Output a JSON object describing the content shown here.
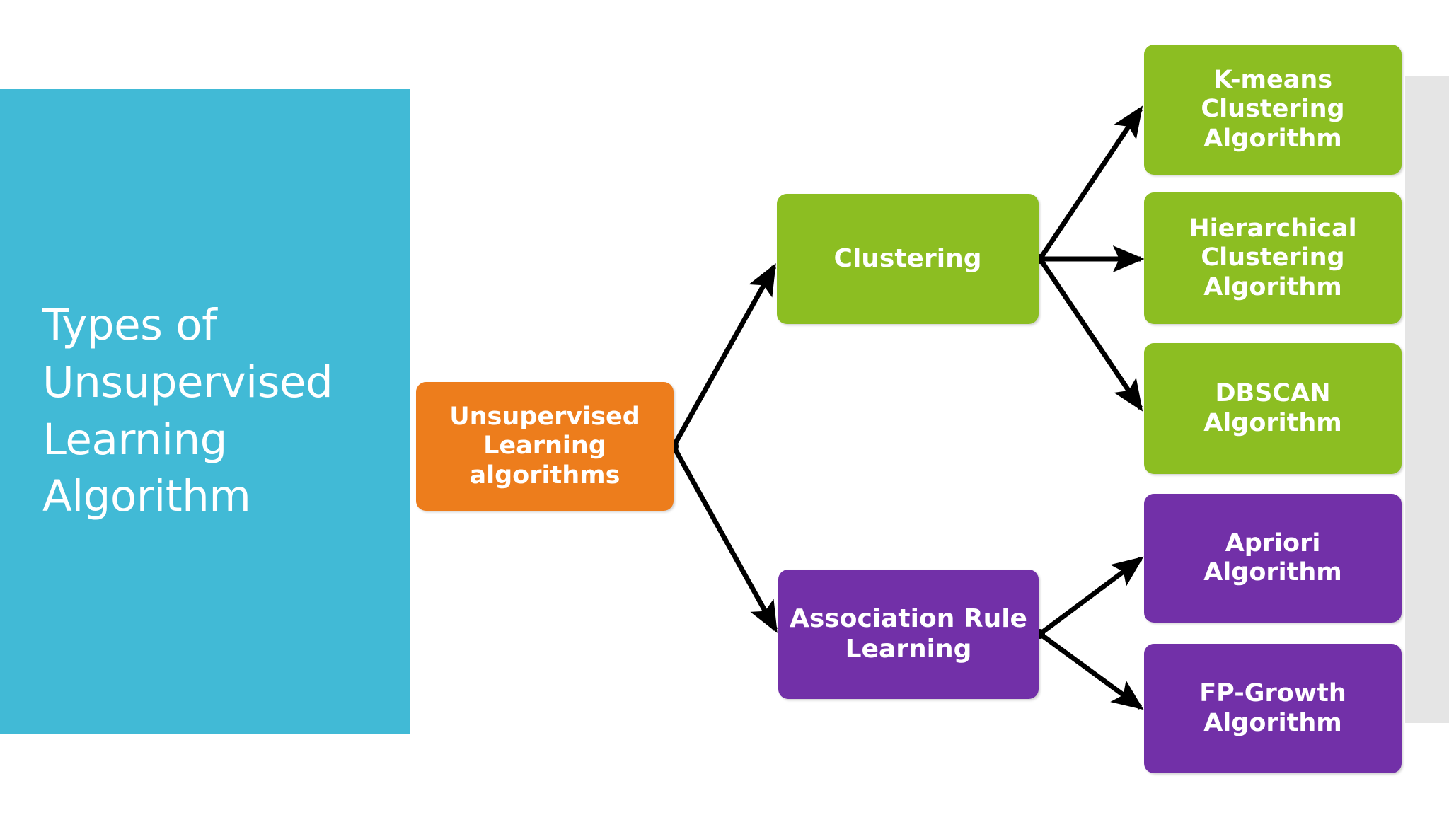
{
  "slide": {
    "title": "Types of\nUnsupervised\nLearning\nAlgorithm",
    "background_color": "#FFFFFF"
  },
  "palette": {
    "title_panel": "#41BAD6",
    "root_node": "#ED7D1C",
    "clustering_branch": "#8CBE22",
    "association_branch": "#7230A8",
    "connector": "#000000",
    "side_panel": "#E5E5E5",
    "node_text": "#FFFFFF"
  },
  "diagram": {
    "type": "tree",
    "orientation": "left-to-right",
    "root": {
      "id": "root",
      "label": "Unsupervised\nLearning\nalgorithms",
      "color": "#ED7D1C"
    },
    "branches": [
      {
        "id": "clustering",
        "label": "Clustering",
        "color": "#8CBE22",
        "children": [
          {
            "id": "kmeans",
            "label": "K-means\nClustering\nAlgorithm",
            "color": "#8CBE22"
          },
          {
            "id": "hierarchical",
            "label": "Hierarchical\nClustering\nAlgorithm",
            "color": "#8CBE22"
          },
          {
            "id": "dbscan",
            "label": "DBSCAN\nAlgorithm",
            "color": "#8CBE22"
          }
        ]
      },
      {
        "id": "association",
        "label": "Association Rule\nLearning",
        "color": "#7230A8",
        "children": [
          {
            "id": "apriori",
            "label": "Apriori\nAlgorithm",
            "color": "#7230A8"
          },
          {
            "id": "fpgrowth",
            "label": "FP-Growth\nAlgorithm",
            "color": "#7230A8"
          }
        ]
      }
    ],
    "edges": [
      {
        "from": "root",
        "to": "clustering"
      },
      {
        "from": "root",
        "to": "association"
      },
      {
        "from": "clustering",
        "to": "kmeans"
      },
      {
        "from": "clustering",
        "to": "hierarchical"
      },
      {
        "from": "clustering",
        "to": "dbscan"
      },
      {
        "from": "association",
        "to": "apriori"
      },
      {
        "from": "association",
        "to": "fpgrowth"
      }
    ]
  }
}
